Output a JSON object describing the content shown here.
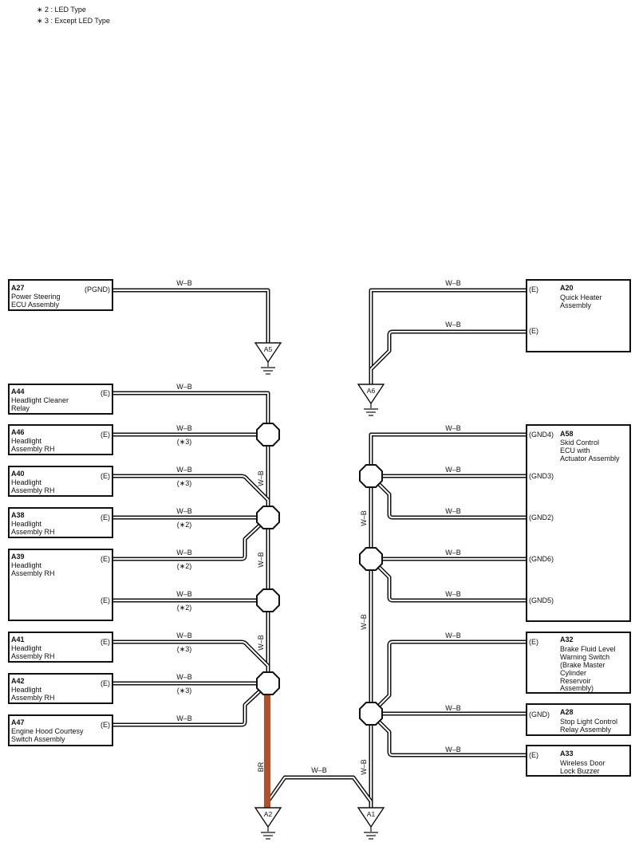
{
  "notes": [
    "∗ 2 : LED Type",
    "∗ 3 : Except LED Type"
  ],
  "components": [
    {
      "code": "A27",
      "lines": [
        "Power Steering",
        "ECU Assembly"
      ],
      "pins": [
        "(PGND)"
      ]
    },
    {
      "code": "A44",
      "lines": [
        "Headlight Cleaner",
        "Relay"
      ],
      "pins": [
        "(E)"
      ]
    },
    {
      "code": "A46",
      "lines": [
        "Headlight",
        "Assembly RH"
      ],
      "pins": [
        "(E)"
      ]
    },
    {
      "code": "A40",
      "lines": [
        "Headlight",
        "Assembly RH"
      ],
      "pins": [
        "(E)"
      ]
    },
    {
      "code": "A38",
      "lines": [
        "Headlight",
        "Assembly RH"
      ],
      "pins": [
        "(E)"
      ]
    },
    {
      "code": "A39",
      "lines": [
        "Headlight",
        "Assembly RH"
      ],
      "pins": [
        "(E)",
        "(E)"
      ]
    },
    {
      "code": "A41",
      "lines": [
        "Headlight",
        "Assembly RH"
      ],
      "pins": [
        "(E)"
      ]
    },
    {
      "code": "A42",
      "lines": [
        "Headlight",
        "Assembly RH"
      ],
      "pins": [
        "(E)"
      ]
    },
    {
      "code": "A47",
      "lines": [
        "Engine Hood Courtesy",
        "Switch Assembly"
      ],
      "pins": [
        "(E)"
      ]
    },
    {
      "code": "A20",
      "lines": [
        "Quick Heater",
        "Assembly"
      ],
      "pins": [
        "(E)",
        "(E)"
      ]
    },
    {
      "code": "A58",
      "lines": [
        "Skid Control",
        "ECU with",
        "Actuator Assembly"
      ],
      "pins": [
        "(GND4)",
        "(GND3)",
        "(GND2)",
        "(GND6)",
        "(GND5)"
      ]
    },
    {
      "code": "A32",
      "lines": [
        "Brake Fluid Level",
        "Warning Switch",
        "(Brake Master",
        " Cylinder",
        " Reservoir",
        " Assembly)"
      ],
      "pins": [
        "(E)"
      ]
    },
    {
      "code": "A28",
      "lines": [
        "Stop Light Control",
        "Relay Assembly"
      ],
      "pins": [
        "(GND)"
      ]
    },
    {
      "code": "A33",
      "lines": [
        "Wireless Door",
        "Lock Buzzer"
      ],
      "pins": [
        "(E)"
      ]
    }
  ],
  "wire_color": "W–B",
  "trunk_color": "BR",
  "variant_marks": {
    "led": "(∗2)",
    "except_led": "(∗3)"
  },
  "wire_marks": [
    "(∗3)",
    "(∗3)",
    "(∗2)",
    "(∗2)",
    "(∗2)",
    "(∗3)",
    "(∗3)"
  ],
  "grounds": [
    "A5",
    "A6",
    "A2",
    "A1"
  ],
  "colors": {
    "line": "#111111",
    "br_wire": "#b3502a"
  }
}
